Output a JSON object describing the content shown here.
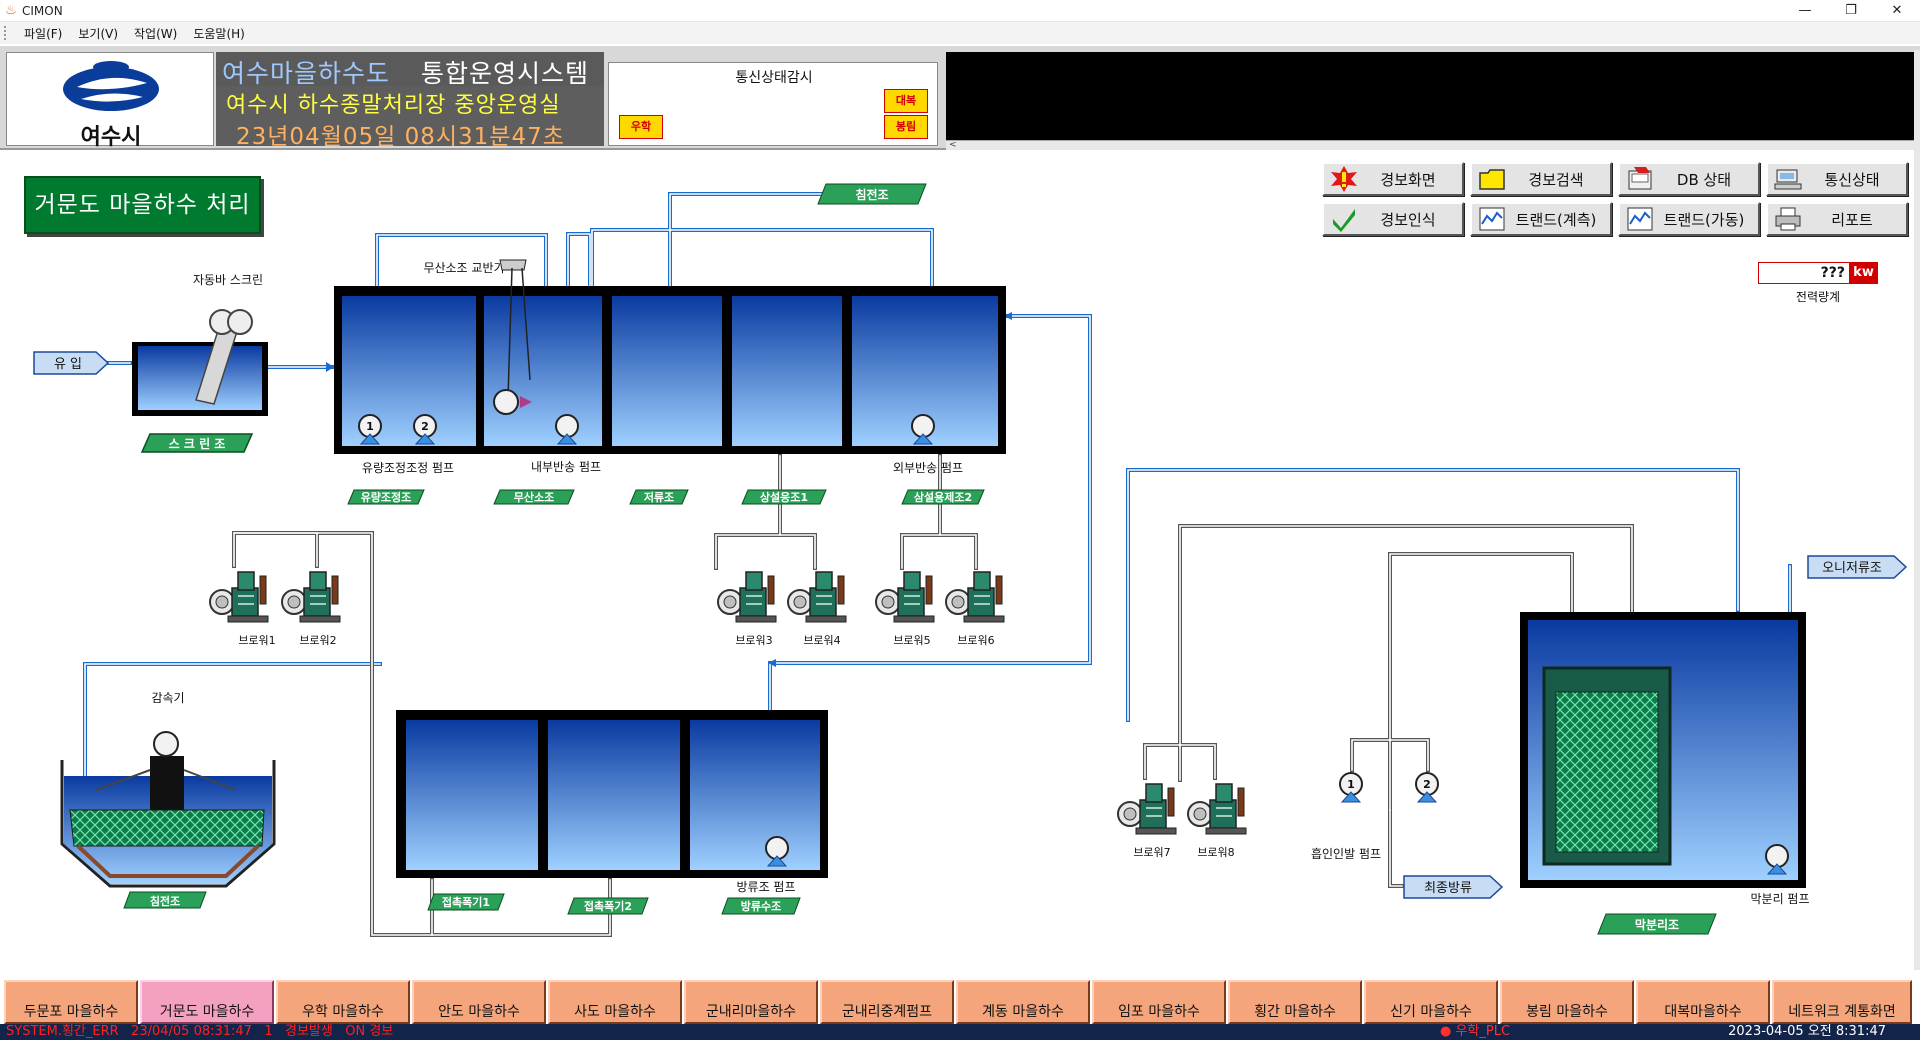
{
  "window": {
    "title": "CIMON",
    "minimize": "—",
    "restore": "❐",
    "close": "✕"
  },
  "menu": [
    "파일(F)",
    "보기(V)",
    "작업(W)",
    "도움말(H)"
  ],
  "header": {
    "logo_text": "여수시",
    "title_left": "여수마을하수도",
    "title_right": "통합운영시스템",
    "subtitle": "여수시 하수종말처리장 중앙운영실",
    "datetime": "23년04월05일  08시31분47초",
    "comm_title": "통신상태감시",
    "badges": {
      "woohak": "우학",
      "daebok": "대복",
      "bongrim": "봉림"
    },
    "scroll_arrow": "<"
  },
  "plant_title": "거문도 마을하수 처리장",
  "actions": [
    {
      "label": "경보화면",
      "icon": "alarm-icon"
    },
    {
      "label": "경보검색",
      "icon": "folder-icon"
    },
    {
      "label": "DB 상태",
      "icon": "database-icon"
    },
    {
      "label": "통신상태",
      "icon": "network-icon"
    },
    {
      "label": "경보인식",
      "icon": "check-icon"
    },
    {
      "label": "트랜드(계측)",
      "icon": "trend-icon"
    },
    {
      "label": "트랜드(가동)",
      "icon": "trend-icon"
    },
    {
      "label": "리포트",
      "icon": "printer-icon"
    }
  ],
  "power": {
    "value": "???",
    "unit": "kw",
    "label": "전력량계"
  },
  "labels": {
    "inflow": "유 입",
    "auto_screen": "자동바 스크린",
    "screen_tank": "스 크 린 조",
    "anoxic_mixer": "무산소조 교반기",
    "sed_tank_top": "침전조",
    "flow_pump": "유량조정조정 펌프",
    "internal_return": "내부반송 펌프",
    "external_return": "외부반송 펌프",
    "tag_flow": "유량조정조",
    "tag_anoxic": "무산소조",
    "tag_storage": "저류조",
    "tag_aero1": "상설응조1",
    "tag_aero2": "삼설용제조2",
    "blower1": "브로워1",
    "blower2": "브로워2",
    "blower3": "브로워3",
    "blower4": "브로워4",
    "blower5": "브로워5",
    "blower6": "브로워6",
    "blower7": "브로워7",
    "blower8": "브로워8",
    "reducer": "감속기",
    "sed_tank": "침전조",
    "contact1": "접촉폭기1",
    "contact2": "접촉폭기2",
    "discharge_pump": "방류조 펌프",
    "discharge_tank": "방류수조",
    "sludge_tank": "오니저류조",
    "suction_pump": "흡인인발 펌프",
    "final_discharge": "최종방류",
    "membrane_tank": "막분리조",
    "membrane_pump": "막분리 펌프",
    "pump_1": "1",
    "pump_2": "2"
  },
  "nav": [
    "두문포 마을하수",
    "거문도 마을하수",
    "우학 마을하수",
    "안도 마을하수",
    "사도 마을하수",
    "군내리마을하수",
    "군내리중계펌프",
    "계동 마을하수",
    "임포 마을하수",
    "횡간 마을하수",
    "신기 마을하수",
    "봉림 마을하수",
    "대복마을하수",
    "네트워크 계통화면"
  ],
  "nav_active": 1,
  "status": {
    "left": "SYSTEM.횡간_ERR   23/04/05 08:31:47   1   경보발생   ON 경보",
    "middle": "● 우학_PLC",
    "right": "2023-04-05 오전 8:31:47"
  },
  "colors": {
    "tank_border": "#000000",
    "water_top": "#0a3aa0",
    "water_bottom": "#9fd0ff",
    "pipe": "#1a6bd0",
    "tag_green": "#2aa058"
  }
}
